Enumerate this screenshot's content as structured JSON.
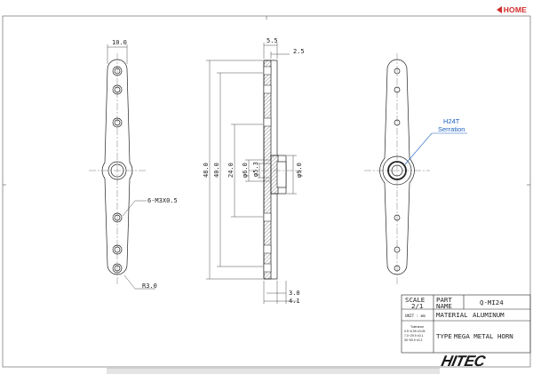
{
  "nav": {
    "home_label": "HOME"
  },
  "dimensions": {
    "width_top": "10.0",
    "hole_callout": "6-M3X0.5",
    "radius": "R3.0",
    "top_a": "5.5",
    "top_b": "2.5",
    "length_overall": "48.0",
    "length_mid": "40.0",
    "length_inner": "24.0",
    "dia_a": "φ6.0",
    "dia_b": "φ5.3",
    "dia_c": "φ9.0",
    "bottom_a": "3.0",
    "bottom_b": "4.1"
  },
  "callout": {
    "line1": "H24T",
    "line2": "Serration"
  },
  "title_block": {
    "scale_label": "SCALE",
    "scale_value": "2/1",
    "part_label_1": "PART",
    "part_label_2": "NAME",
    "part_value": "Q-MI24",
    "unit_label": "UNIT : mm",
    "material_label": "MATERIAL",
    "material_value": "ALUMINUM",
    "tolerance_title": "Tolerance",
    "tolerance_1": "0.5~6.99 ±0.05",
    "tolerance_2": "7.0~29.9 ±0.1",
    "tolerance_3": "30~50.9 ±0.2",
    "type_label": "TYPE",
    "type_value": "MEGA METAL HORN"
  },
  "brand": {
    "logo_text": "HITEC"
  }
}
